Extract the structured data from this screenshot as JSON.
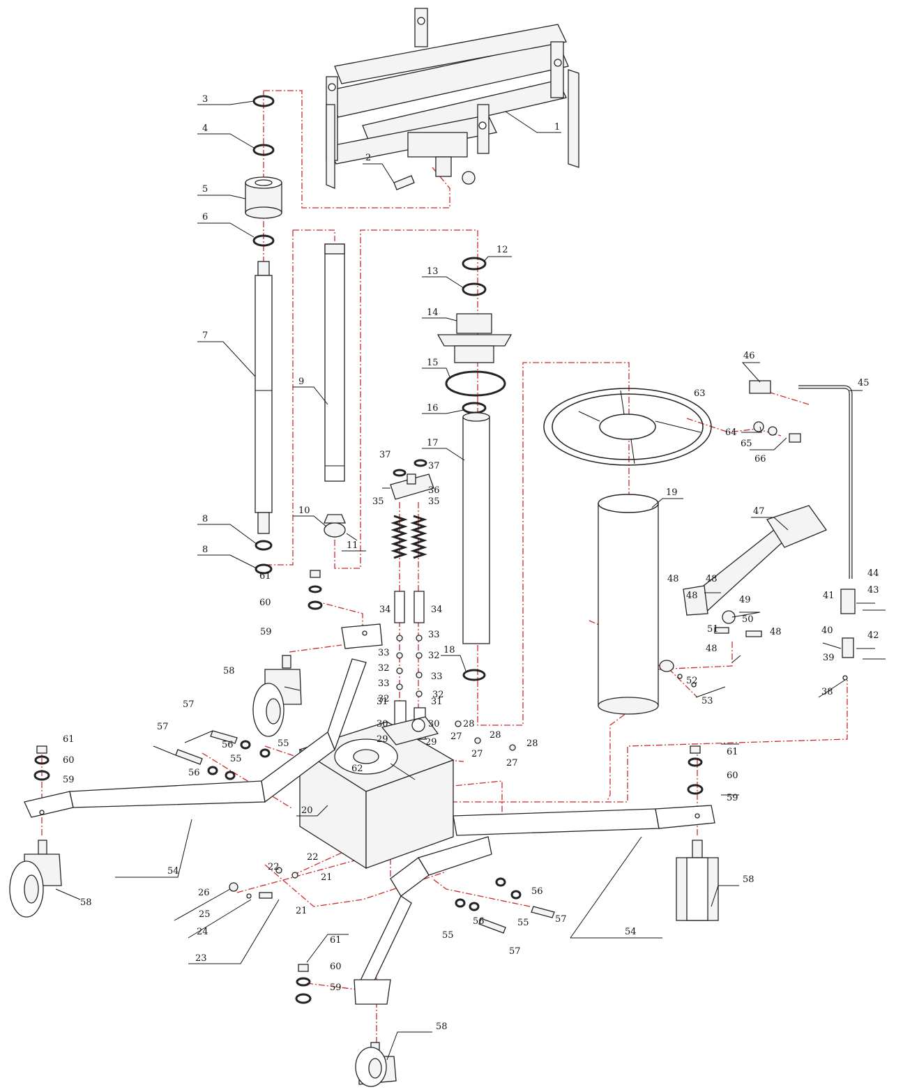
{
  "diagram": {
    "colors": {
      "outline": "#222222",
      "leader": "#111111",
      "centerline": "#cc2a2a",
      "background": "#ffffff"
    },
    "callouts": [
      "1",
      "2",
      "3",
      "4",
      "5",
      "6",
      "7",
      "8",
      "8",
      "9",
      "10",
      "11",
      "12",
      "13",
      "14",
      "15",
      "16",
      "17",
      "18",
      "19",
      "20",
      "21",
      "21",
      "22",
      "22",
      "23",
      "24",
      "25",
      "26",
      "27",
      "27",
      "27",
      "28",
      "28",
      "28",
      "29",
      "29",
      "30",
      "30",
      "31",
      "31",
      "32",
      "32",
      "32",
      "32",
      "33",
      "33",
      "33",
      "33",
      "34",
      "34",
      "35",
      "35",
      "36",
      "37",
      "37",
      "38",
      "39",
      "40",
      "41",
      "42",
      "43",
      "44",
      "45",
      "46",
      "47",
      "48",
      "48",
      "48",
      "48",
      "48",
      "49",
      "50",
      "51",
      "52",
      "53",
      "54",
      "54",
      "55",
      "55",
      "55",
      "55",
      "56",
      "56",
      "56",
      "56",
      "57",
      "57",
      "57",
      "57",
      "58",
      "58",
      "58",
      "58",
      "59",
      "59",
      "59",
      "59",
      "60",
      "60",
      "60",
      "60",
      "61",
      "61",
      "61",
      "61",
      "62",
      "63",
      "64",
      "65",
      "66"
    ]
  }
}
